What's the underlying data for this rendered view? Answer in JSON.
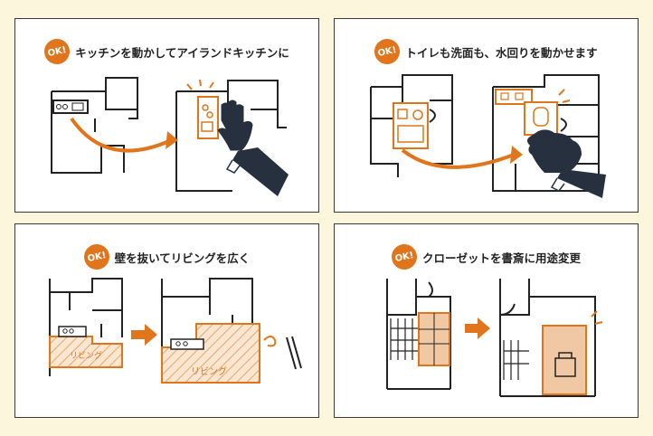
{
  "badge": "OK!",
  "panels": [
    {
      "title": "キッチンを動かしてアイランドキッチンに"
    },
    {
      "title": "トイレも洗面も、水回りを動かせます"
    },
    {
      "title": "壁を抜いてリビングを広く",
      "label_before": "リビング",
      "label_after": "リビング"
    },
    {
      "title": "クローゼットを書斎に用途変更"
    }
  ],
  "colors": {
    "accent": "#e1751c",
    "background": "#fbf6dc",
    "line": "#222222",
    "fill": "#f0c9a4"
  }
}
